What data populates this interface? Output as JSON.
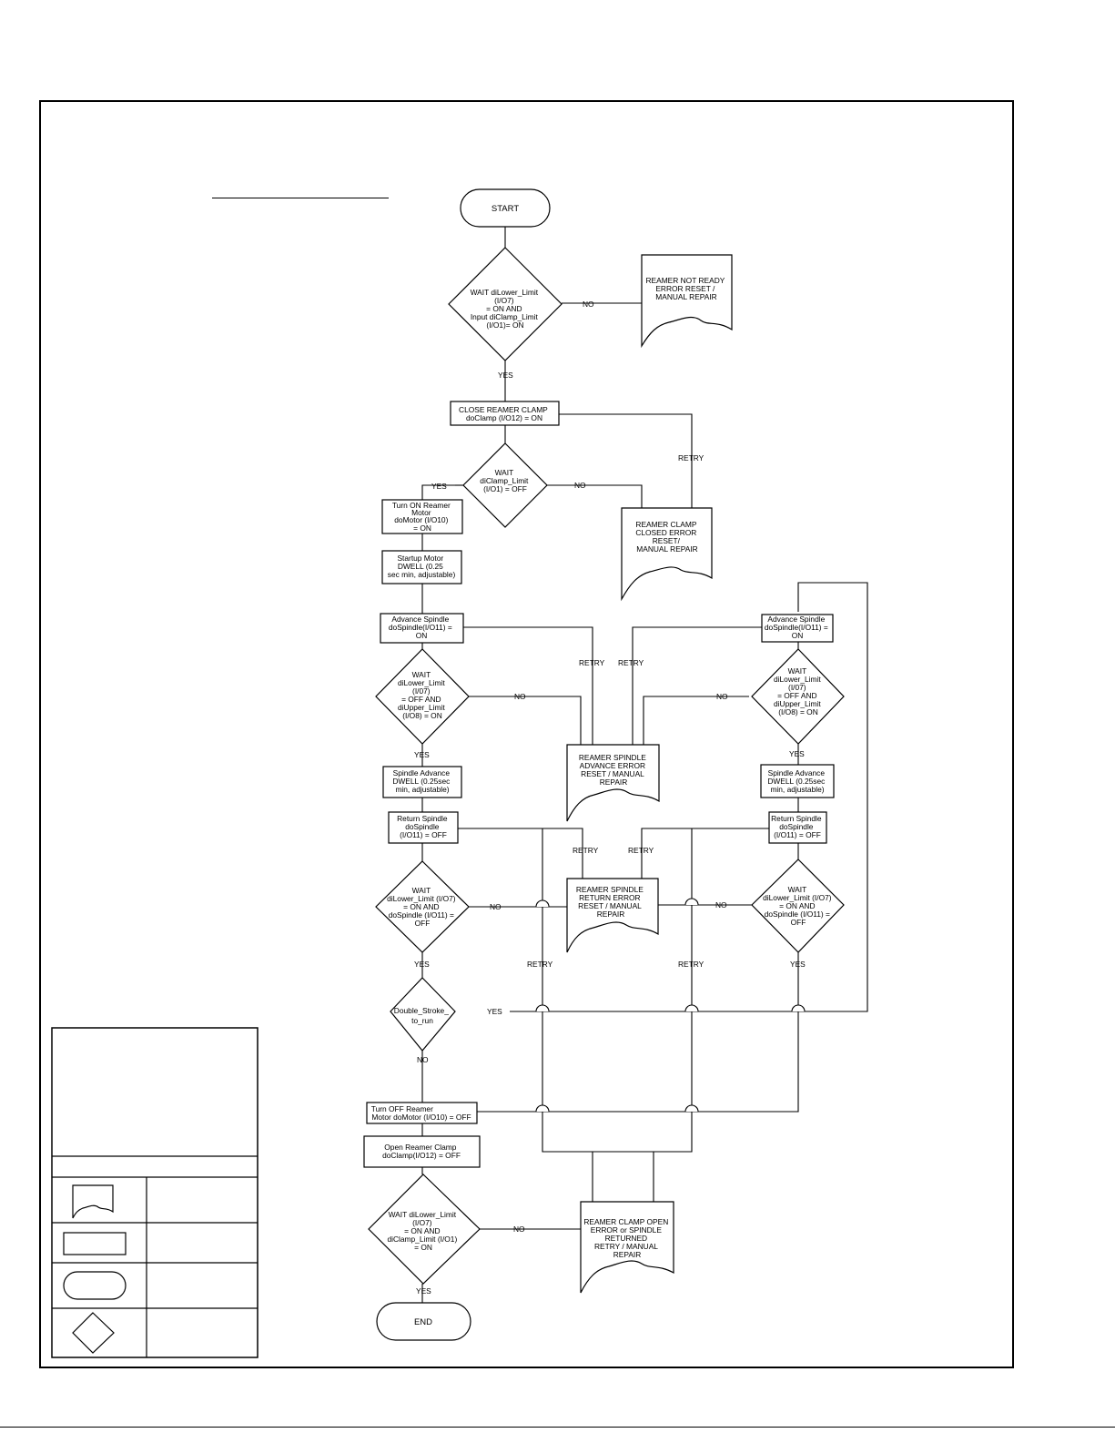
{
  "nodes": {
    "start": [
      "START"
    ],
    "d1": [
      "WAIT diLower_Limit",
      "(I/O7)",
      "= ON AND",
      "Input diClamp_Limit",
      "(I/O1)= ON"
    ],
    "e1": [
      "REAMER NOT READY",
      "ERROR RESET /",
      "MANUAL REPAIR"
    ],
    "p1": [
      "CLOSE REAMER CLAMP",
      "doClamp (I/O12) = ON"
    ],
    "d2": [
      "WAIT",
      "diClamp_Limit",
      "(I/O1) = OFF"
    ],
    "e2": [
      "REAMER CLAMP",
      "CLOSED ERROR",
      "RESET/",
      "MANUAL REPAIR"
    ],
    "p2": [
      "Turn ON Reamer",
      "Motor",
      "doMotor (I/O10)",
      "= ON"
    ],
    "p3": [
      "Startup Motor",
      "DWELL (0.25",
      "sec min, adjustable)"
    ],
    "p4": [
      "Advance Spindle",
      "doSpindle(I/O11) =",
      "ON"
    ],
    "d3": [
      "WAIT",
      "diLower_Limit",
      "(I/07)",
      "= OFF AND",
      "diUpper_Limit",
      "(I/O8) = ON"
    ],
    "e3": [
      "REAMER SPINDLE",
      "ADVANCE ERROR",
      "RESET / MANUAL",
      "REPAIR"
    ],
    "p5": [
      "Advance Spindle",
      "doSpindle(I/O11) =",
      "ON"
    ],
    "d4": [
      "WAIT",
      "diLower_Limit",
      "(I/07)",
      "= OFF AND",
      "diUpper_Limit",
      "(I/O8) = ON"
    ],
    "p6": [
      "Spindle Advance",
      "DWELL (0.25sec",
      "min, adjustable)"
    ],
    "p7": [
      "Spindle Advance",
      "DWELL (0.25sec",
      "min, adjustable)"
    ],
    "p8": [
      "Return Spindle",
      "doSpindle",
      "(I/O11) = OFF"
    ],
    "p9": [
      "Return Spindle",
      "doSpindle",
      "(I/O11) = OFF"
    ],
    "d5": [
      "WAIT",
      "diLower_Limit (I/O7)",
      "= ON AND",
      "doSpindle (I/O11) =",
      "OFF"
    ],
    "e4": [
      "REAMER SPINDLE",
      "RETURN ERROR",
      "RESET / MANUAL",
      "REPAIR"
    ],
    "d6": [
      "WAIT",
      "diLower_Limit (I/O7)",
      "= ON AND",
      "doSpindle (I/O11) =",
      "OFF"
    ],
    "d7": [
      "Double_Stroke_",
      "to_run"
    ],
    "p10": [
      "Turn OFF Reamer",
      "Motor doMotor (I/O10) = OFF"
    ],
    "p11": [
      "Open Reamer Clamp",
      "doClamp(I/O12) = OFF"
    ],
    "d8": [
      "WAIT diLower_Limit",
      "(I/O7)",
      "= ON AND",
      "diClamp_Limit (I/O1)",
      "= ON"
    ],
    "e5": [
      "REAMER CLAMP OPEN",
      "ERROR or SPINDLE",
      "RETURNED",
      "RETRY / MANUAL",
      "REPAIR"
    ],
    "end": [
      "END"
    ]
  },
  "edge_labels": {
    "no": "NO",
    "yes": "YES",
    "retry": "RETRY"
  },
  "legend": {
    "items": [
      {
        "icon": "document-shape-icon",
        "label": ""
      },
      {
        "icon": "process-shape-icon",
        "label": ""
      },
      {
        "icon": "terminator-shape-icon",
        "label": ""
      },
      {
        "icon": "decision-shape-icon",
        "label": ""
      }
    ]
  }
}
